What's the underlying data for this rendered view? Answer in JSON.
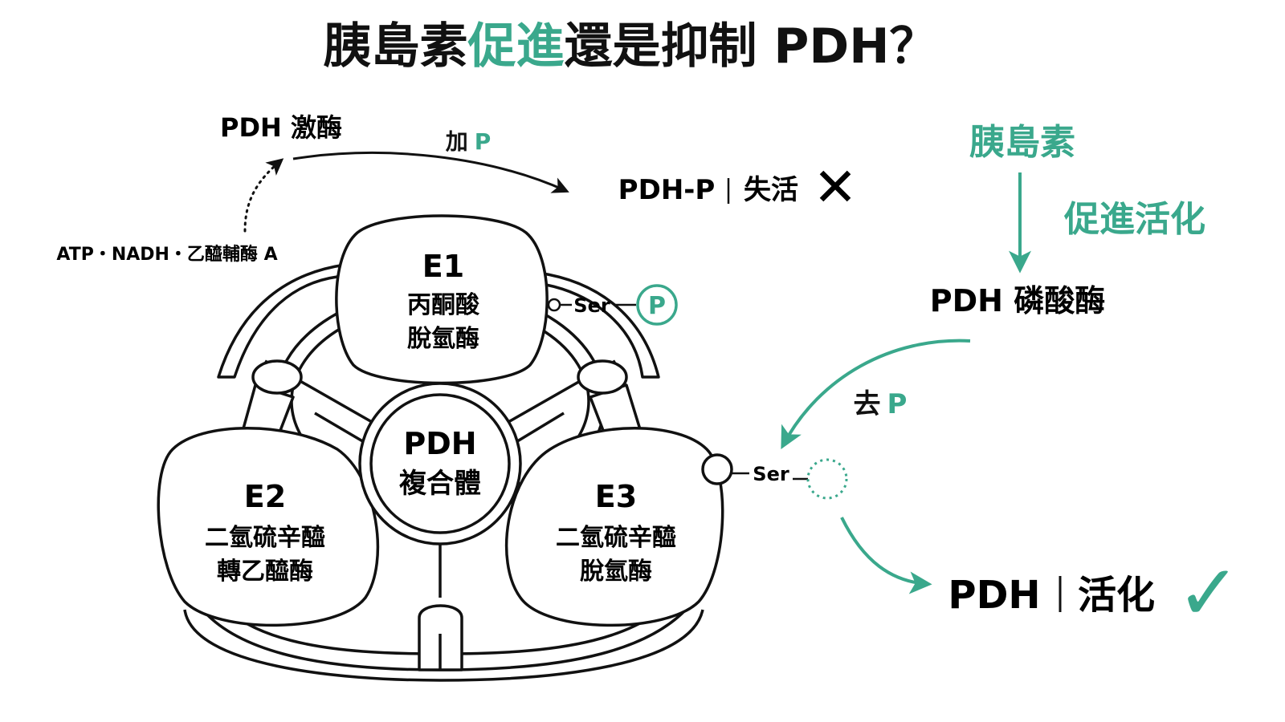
{
  "title": {
    "part1": "胰島素",
    "part2": "促進",
    "part3": "還是抑制 PDH？"
  },
  "left_pathway": {
    "kinase": "PDH 激酶",
    "activators": "ATP・NADH・乙醯輔酶 A",
    "add_p_text": "加",
    "add_p_symbol": "P",
    "inactive_name": "PDH-P",
    "inactive_state": "失活",
    "inactive_mark": "✕"
  },
  "complex": {
    "center_line1": "PDH",
    "center_line2": "複合體",
    "e1": {
      "label": "E1",
      "line1": "丙酮酸",
      "line2": "脫氫酶"
    },
    "e2": {
      "label": "E2",
      "line1": "二氫硫辛醯",
      "line2": "轉乙醯酶"
    },
    "e3": {
      "label": "E3",
      "line1": "二氫硫辛醯",
      "line2": "脫氫酶"
    },
    "ser_label_top": "Ser",
    "phosphate_symbol": "P",
    "ser_label_right": "Ser"
  },
  "right_pathway": {
    "insulin": "胰島素",
    "promote_text": "促進活化",
    "phosphatase": "PDH 磷酸酶",
    "remove_p_text": "去",
    "remove_p_symbol": "P",
    "active_name": "PDH",
    "active_state": "活化",
    "active_mark": "✓"
  },
  "colors": {
    "accent": "#3aa88c",
    "ink": "#111111",
    "background": "#ffffff"
  }
}
